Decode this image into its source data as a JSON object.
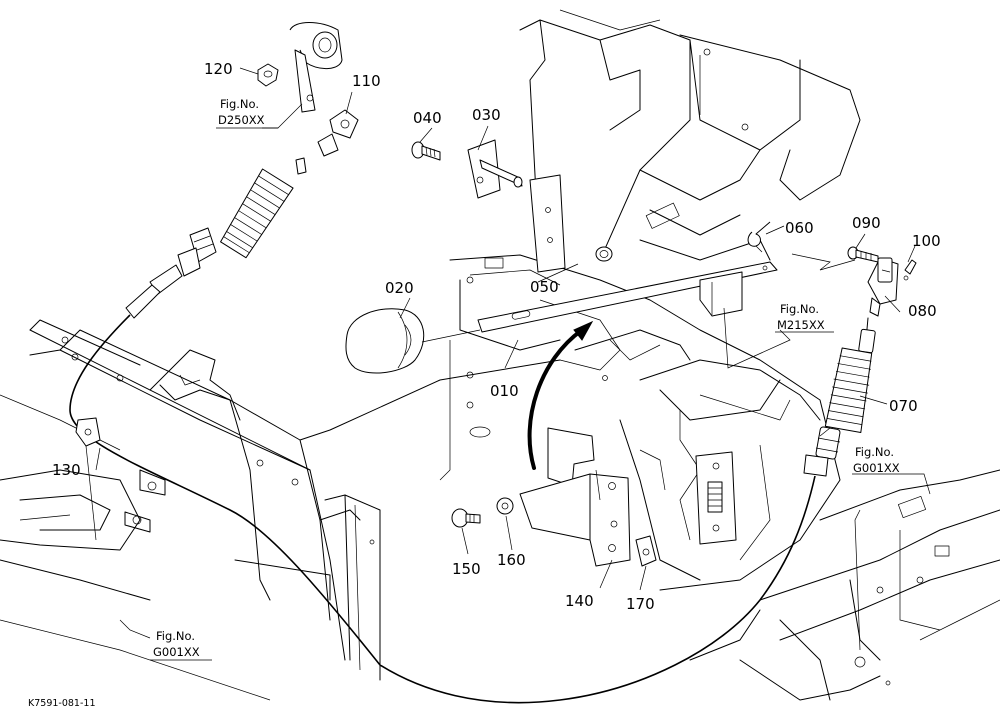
{
  "callouts": {
    "p010": "010",
    "p020": "020",
    "p030": "030",
    "p040": "040",
    "p050": "050",
    "p060": "060",
    "p070": "070",
    "p080": "080",
    "p090": "090",
    "p100": "100",
    "p110": "110",
    "p120": "120",
    "p130": "130",
    "p140": "140",
    "p150": "150",
    "p160": "160",
    "p170": "170"
  },
  "fig_refs": {
    "d250": {
      "label": "Fig.No.",
      "code": "D250XX"
    },
    "m215": {
      "label": "Fig.No.",
      "code": "M215XX"
    },
    "g001_right": {
      "label": "Fig.No.",
      "code": "G001XX"
    },
    "g001_left": {
      "label": "Fig.No.",
      "code": "G001XX"
    }
  },
  "drawing_code": "K7591-081-11"
}
